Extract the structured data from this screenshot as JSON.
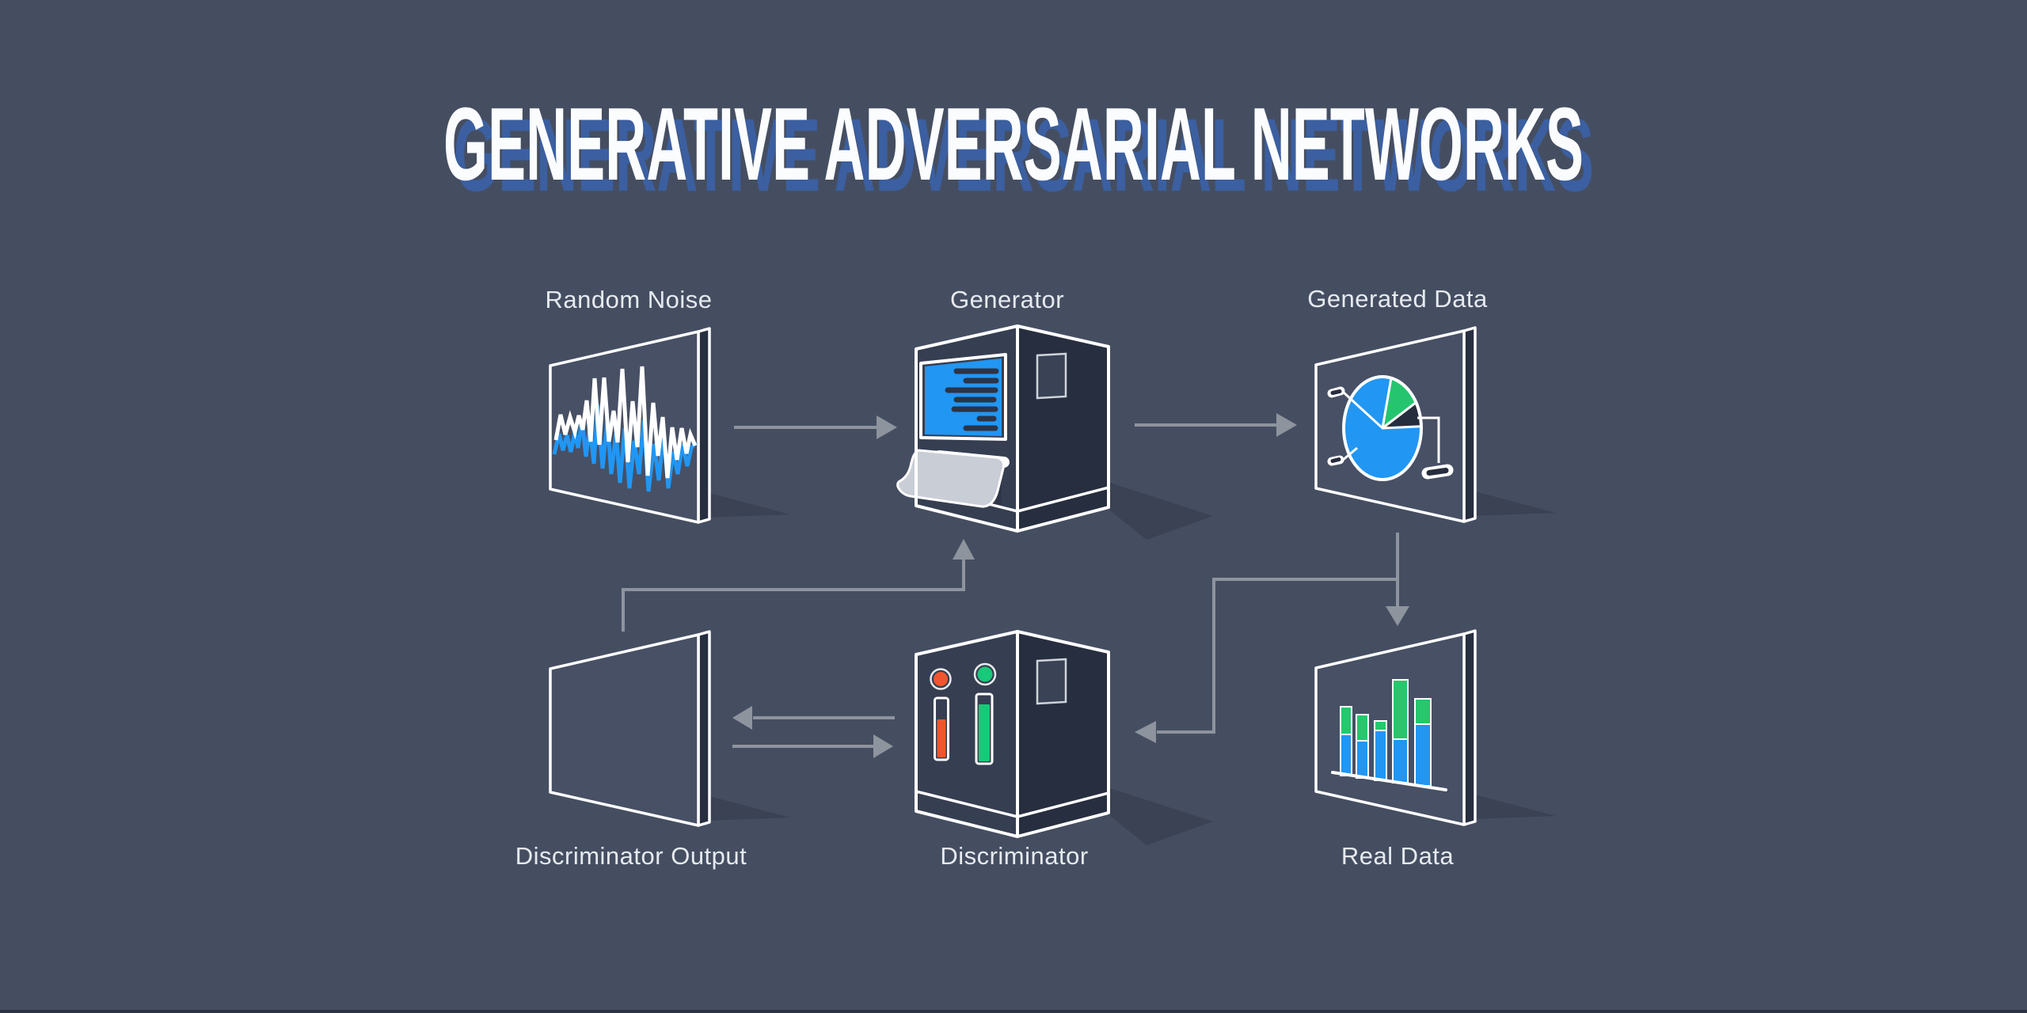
{
  "title": "GENERATIVE ADVERSARIAL NETWORKS",
  "colors": {
    "background": "#454e61",
    "title_text": "#fbfcfd",
    "title_shadow": "#3b5fa0",
    "label_text": "#e6eaf0",
    "outline": "#ffffff",
    "arrow": "#8e949e",
    "panel_side": "#272e3f",
    "machine_front": "#363e51",
    "machine_side": "#272e3f",
    "ground_shadow": "#3a4254",
    "screen_blue": "#2196f3",
    "screen_text_bars": "#2c3447",
    "wave_white": "#ffffff",
    "wave_blue": "#2196f3",
    "pie_blue": "#2196f3",
    "pie_green": "#25c56f",
    "pie_dark": "#262d3d",
    "bar_blue": "#2196f3",
    "bar_green": "#26c76d",
    "indicator_red": "#f0552f",
    "indicator_green": "#17c978",
    "paper": "#c9cdd6"
  },
  "nodes": {
    "random_noise": {
      "label": "Random Noise",
      "icon": "waveform-panel-icon"
    },
    "generator": {
      "label": "Generator",
      "icon": "generator-machine-icon"
    },
    "generated_data": {
      "label": "Generated Data",
      "icon": "pie-chart-panel-icon"
    },
    "discriminator_output": {
      "label": "Discriminator Output",
      "icon": "blank-panel-icon"
    },
    "discriminator": {
      "label": "Discriminator",
      "icon": "discriminator-machine-icon"
    },
    "real_data": {
      "label": "Real Data",
      "icon": "bar-chart-panel-icon"
    }
  },
  "edges": [
    {
      "from": "random_noise",
      "to": "generator"
    },
    {
      "from": "generator",
      "to": "generated_data"
    },
    {
      "from": "generated_data",
      "to": "real_data"
    },
    {
      "from": "generated_data",
      "to": "discriminator"
    },
    {
      "from": "discriminator",
      "to": "discriminator_output"
    },
    {
      "from": "discriminator_output",
      "to": "discriminator"
    },
    {
      "from": "discriminator_output",
      "to": "generator"
    }
  ]
}
